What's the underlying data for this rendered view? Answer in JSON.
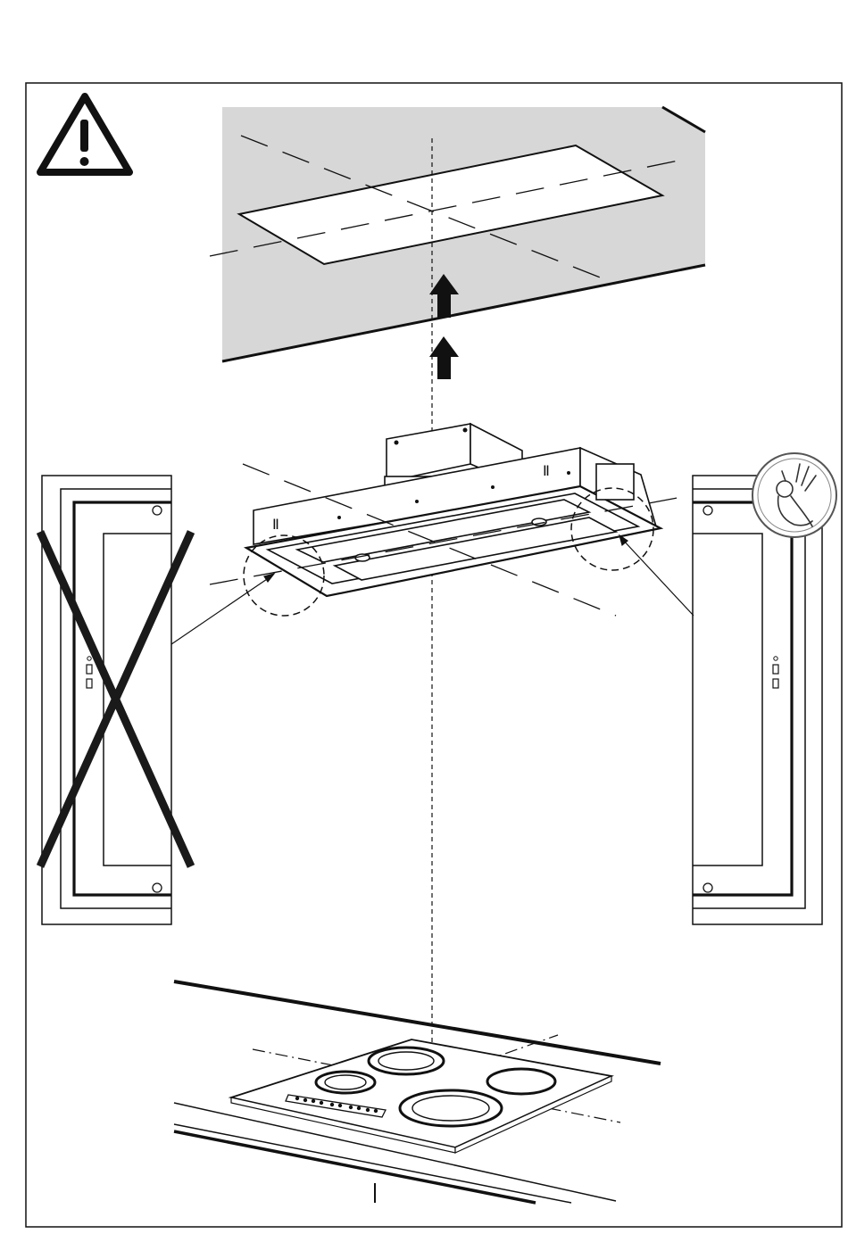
{
  "figure": {
    "kind": "installation-diagram",
    "colors": {
      "ink": "#111111",
      "ceiling_fill": "#d7d7d7",
      "paper": "#ffffff",
      "cross": "#1a1a1a"
    },
    "icons": {
      "warning": "warning-triangle-icon",
      "ok": "ok-hand-icon",
      "wrong": "cross-mark-icon",
      "arrow": "arrow-up-icon"
    },
    "panels": [
      {
        "name": "incorrect-mounting-detail",
        "verdict": "wrong"
      },
      {
        "name": "correct-mounting-detail",
        "verdict": "ok"
      }
    ]
  }
}
